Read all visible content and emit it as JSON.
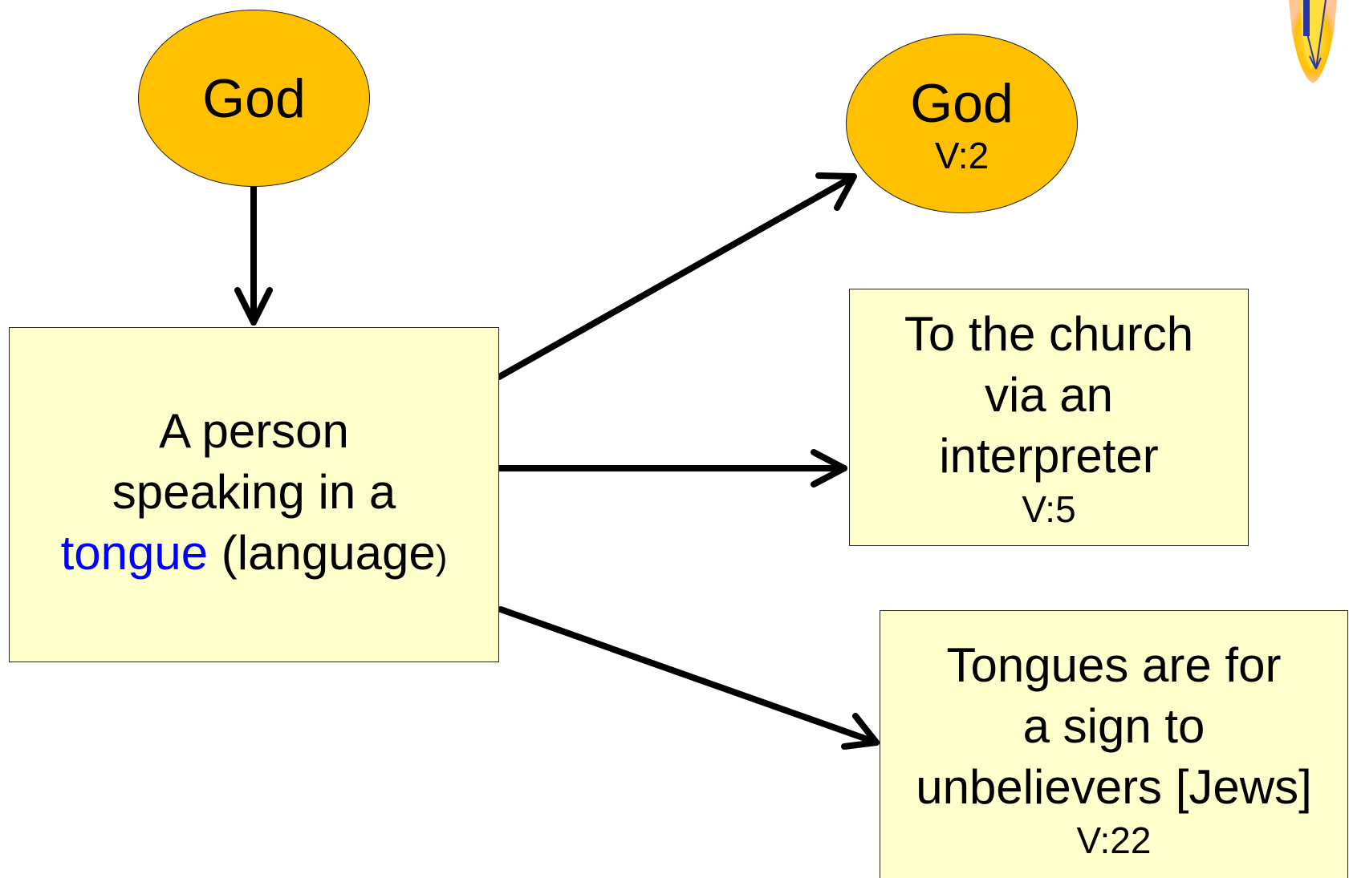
{
  "nodes": {
    "god_top": {
      "label": "God"
    },
    "god_right": {
      "label": "God",
      "verse": "V:2"
    },
    "person": {
      "line1": "A person",
      "line2": "speaking in a",
      "highlight": "tongue",
      "rest": " (language",
      "close": ")"
    },
    "church": {
      "line1": "To the church",
      "line2": "via an",
      "line3": "interpreter",
      "verse": "V:5"
    },
    "tongues_sign": {
      "line1": "Tongues are for",
      "line2": "a sign to",
      "line3": "unbelievers [Jews]",
      "verse": "V:22"
    }
  },
  "colors": {
    "ellipse_fill": "#FFC000",
    "box_fill": "#FFFFCC",
    "highlight_text": "#0000FF",
    "arrow": "#000000"
  }
}
